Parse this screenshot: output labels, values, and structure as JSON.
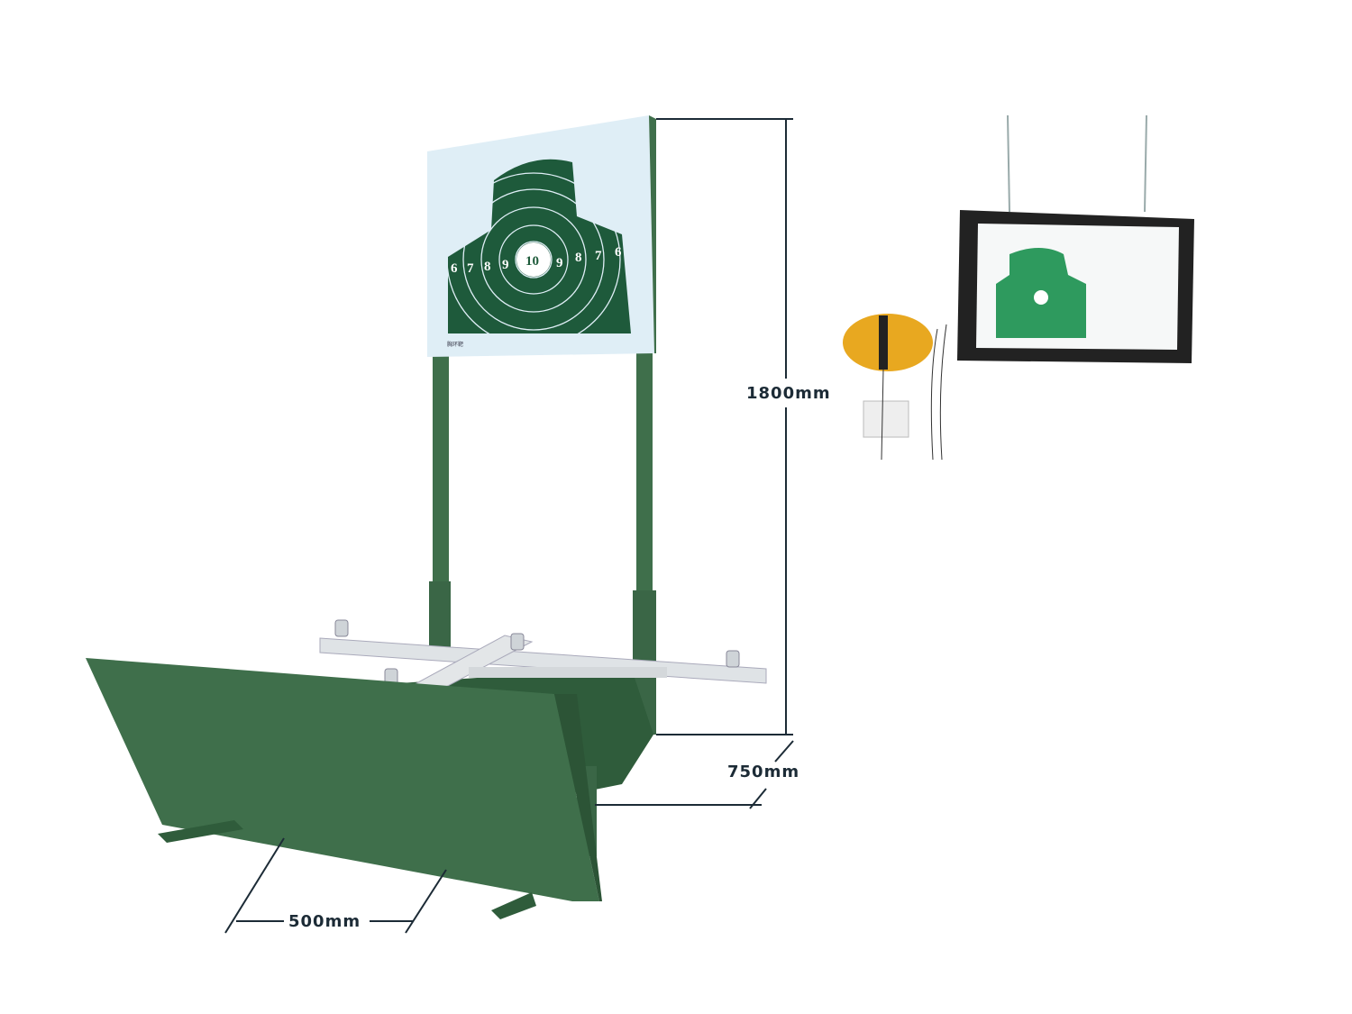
{
  "dimensions": {
    "height": "1800mm",
    "depth": "750mm",
    "width": "500mm"
  },
  "target": {
    "rings_left": [
      "6",
      "7",
      "8",
      "9"
    ],
    "center": "10",
    "rings_right": [
      "9",
      "8",
      "7",
      "6"
    ],
    "caption": "胸环靶"
  },
  "colors": {
    "stand_green": "#3f6f4b",
    "target_green": "#1e5a3b",
    "target_board": "#dfeef6",
    "dimension_text": "#1c2b36"
  }
}
